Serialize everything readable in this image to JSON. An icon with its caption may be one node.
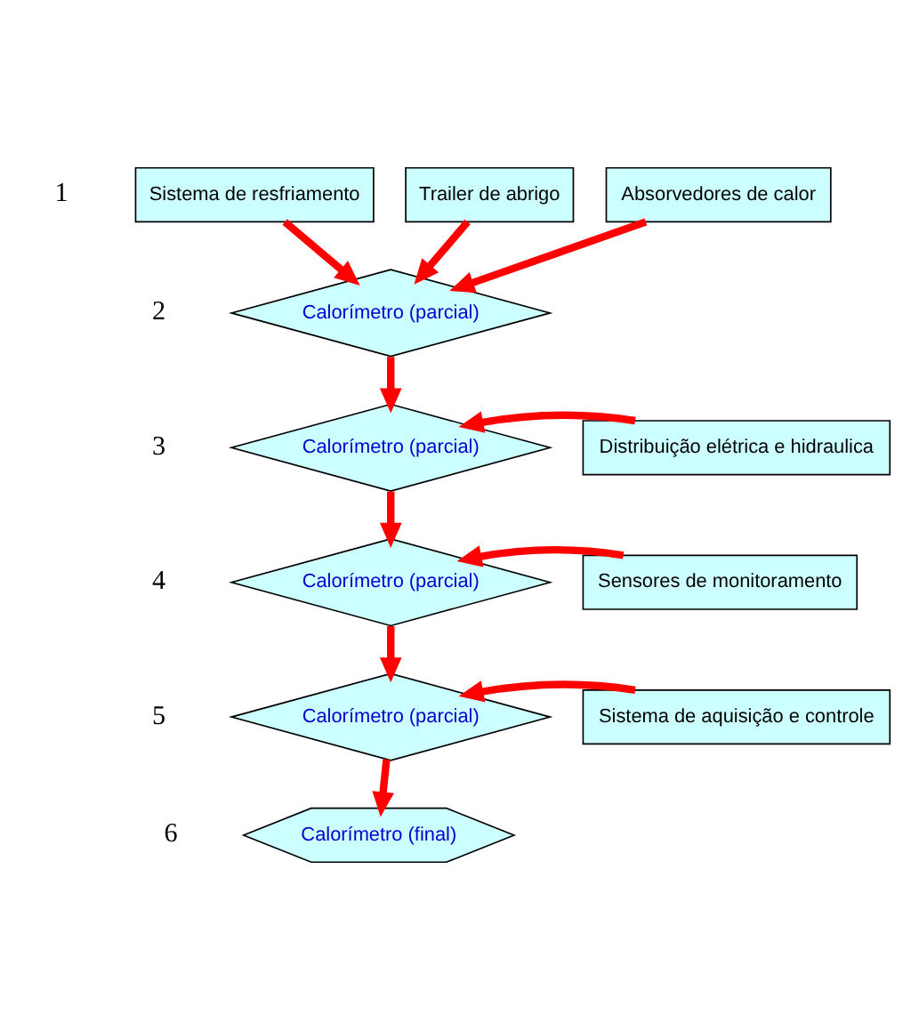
{
  "diagram": {
    "nodes": [
      {
        "text": [
          "Sistema de resfriamento"
        ]
      },
      {
        "text": [
          "Trailer de abrigo"
        ]
      },
      {
        "text": [
          "Absorvedores de calor"
        ]
      },
      {
        "text": [
          "Calorímetro (parcial)"
        ]
      },
      {
        "text": [
          "Calorímetro (parcial)"
        ]
      },
      {
        "text": [
          "Distribuição elétrica e hidraulica"
        ]
      },
      {
        "text": [
          "Calorímetro (parcial)"
        ]
      },
      {
        "text": [
          "Sensores de monitoramento"
        ]
      },
      {
        "text": [
          "Calorímetro (parcial)"
        ]
      },
      {
        "text": [
          "Sistema de aquisição e controle"
        ]
      },
      {
        "text": [
          "Calorímetro (final)"
        ]
      }
    ],
    "edges": [
      {
        "from": 0,
        "to": 3,
        "arrow": "to"
      },
      {
        "from": 1,
        "to": 3,
        "arrow": "to"
      },
      {
        "from": 2,
        "to": 3,
        "arrow": "to"
      },
      {
        "from": 3,
        "to": 4,
        "arrow": "to"
      },
      {
        "from": 5,
        "to": 4,
        "arrow": "to"
      },
      {
        "from": 4,
        "to": 6,
        "arrow": "to"
      },
      {
        "from": 7,
        "to": 6,
        "arrow": "to"
      },
      {
        "from": 6,
        "to": 8,
        "arrow": "to"
      },
      {
        "from": 9,
        "to": 8,
        "arrow": "to"
      },
      {
        "from": 8,
        "to": 10,
        "arrow": "to"
      }
    ],
    "labels": [
      "1",
      "2",
      "3",
      "4",
      "5",
      "6"
    ]
  }
}
